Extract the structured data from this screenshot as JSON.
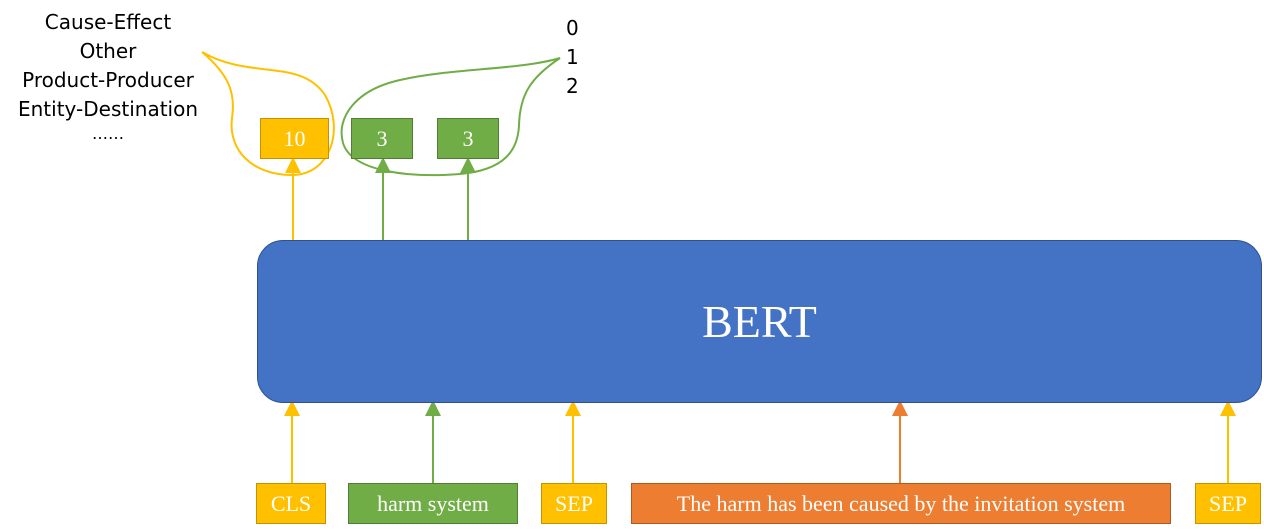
{
  "relation_labels": [
    "Cause-Effect",
    "Other",
    "Product-Producer",
    "Entity-Destination",
    "……"
  ],
  "class_values": [
    "0",
    "1",
    "2"
  ],
  "output_boxes": {
    "relation_count": "10",
    "position_a": "3",
    "position_b": "3"
  },
  "model_label": "BERT",
  "input_tokens": {
    "cls": "CLS",
    "entity_pair": "harm system",
    "sep_1": "SEP",
    "sentence": "The harm has been caused by the invitation system",
    "sep_2": "SEP"
  },
  "colors": {
    "yellow": "#ffc000",
    "green": "#70ad47",
    "orange": "#ed7d31",
    "blue": "#4472c4"
  }
}
